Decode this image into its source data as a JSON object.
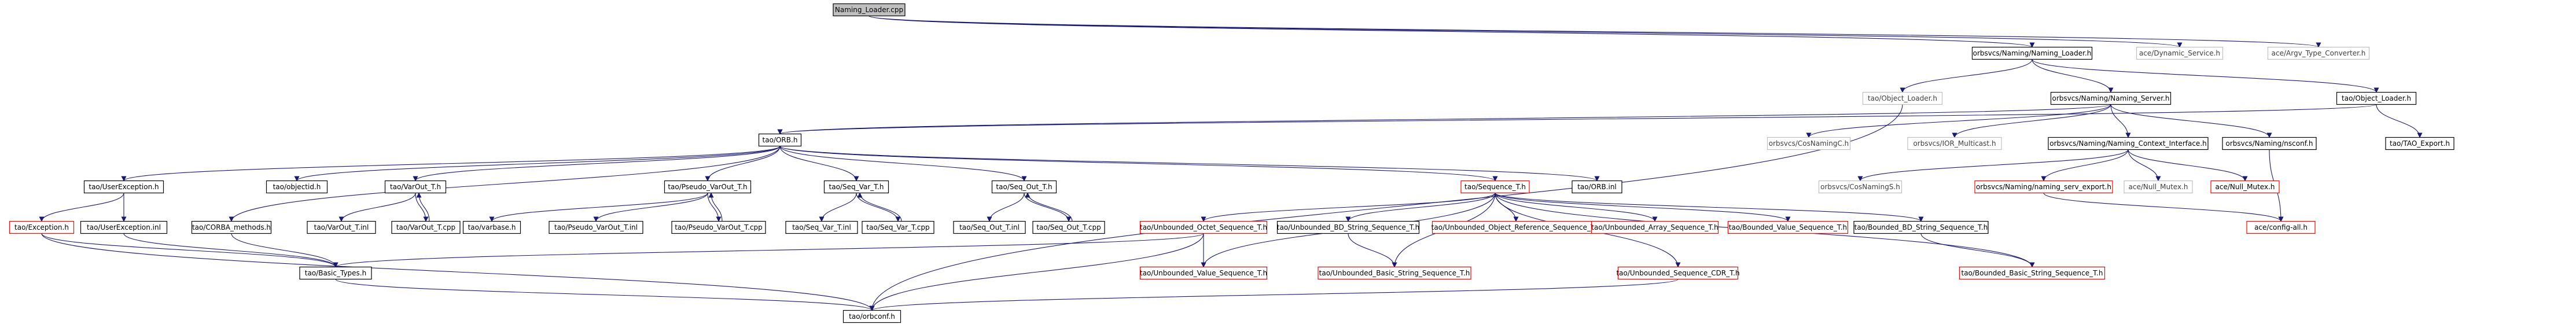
{
  "colors": {
    "edge": "#191970",
    "edge_secondary": "#9a32cd",
    "border_normal": "#000000",
    "border_missing": "#bfbfbf",
    "border_red": "#ff0000",
    "text_normal": "#000000",
    "text_missing": "#404040",
    "root_fill": "#bfbfbf",
    "fill": "#ffffff"
  },
  "nodes": [
    {
      "id": "root",
      "label": "Naming_Loader.cpp",
      "style": "root"
    },
    {
      "id": "nl_h",
      "label": "orbsvcs/Naming/Naming_Loader.h",
      "style": "normal"
    },
    {
      "id": "dyn_svc",
      "label": "ace/Dynamic_Service.h",
      "style": "missing"
    },
    {
      "id": "argv_conv",
      "label": "ace/Argv_Type_Converter.h",
      "style": "missing"
    },
    {
      "id": "tao_ol1",
      "label": "tao/Object_Loader.h",
      "style": "missing"
    },
    {
      "id": "ns_h",
      "label": "orbsvcs/Naming/Naming_Server.h",
      "style": "normal"
    },
    {
      "id": "tao_ol2",
      "label": "tao/Object_Loader.h",
      "style": "normal"
    },
    {
      "id": "orb_h",
      "label": "tao/ORB.h",
      "style": "normal"
    },
    {
      "id": "cosnamingc",
      "label": "orbsvcs/CosNamingC.h",
      "style": "missing"
    },
    {
      "id": "ior_mc",
      "label": "orbsvcs/IOR_Multicast.h",
      "style": "missing"
    },
    {
      "id": "nci",
      "label": "orbsvcs/Naming/Naming_Context_Interface.h",
      "style": "normal"
    },
    {
      "id": "nsconf",
      "label": "orbsvcs/Naming/nsconf.h",
      "style": "normal"
    },
    {
      "id": "tao_export",
      "label": "tao/TAO_Export.h",
      "style": "normal"
    },
    {
      "id": "userexc",
      "label": "tao/UserException.h",
      "style": "normal"
    },
    {
      "id": "objectid",
      "label": "tao/objectid.h",
      "style": "normal"
    },
    {
      "id": "varout",
      "label": "tao/VarOut_T.h",
      "style": "normal"
    },
    {
      "id": "pvarout",
      "label": "tao/Pseudo_VarOut_T.h",
      "style": "normal"
    },
    {
      "id": "seqvar",
      "label": "tao/Seq_Var_T.h",
      "style": "normal"
    },
    {
      "id": "seqout",
      "label": "tao/Seq_Out_T.h",
      "style": "normal"
    },
    {
      "id": "seq_t",
      "label": "tao/Sequence_T.h",
      "style": "red"
    },
    {
      "id": "orb_inl",
      "label": "tao/ORB.inl",
      "style": "normal"
    },
    {
      "id": "cosnamings",
      "label": "orbsvcs/CosNamingS.h",
      "style": "missing"
    },
    {
      "id": "nse",
      "label": "orbsvcs/Naming/naming_serv_export.h",
      "style": "red"
    },
    {
      "id": "null_mutex1",
      "label": "ace/Null_Mutex.h",
      "style": "missing"
    },
    {
      "id": "null_mutex2",
      "label": "ace/Null_Mutex.h",
      "style": "red"
    },
    {
      "id": "exception",
      "label": "tao/Exception.h",
      "style": "red"
    },
    {
      "id": "userexc_inl",
      "label": "tao/UserException.inl",
      "style": "normal"
    },
    {
      "id": "corba_methods",
      "label": "tao/CORBA_methods.h",
      "style": "normal"
    },
    {
      "id": "varout_inl",
      "label": "tao/VarOut_T.inl",
      "style": "normal"
    },
    {
      "id": "varout_cpp",
      "label": "tao/VarOut_T.cpp",
      "style": "normal"
    },
    {
      "id": "varbase",
      "label": "tao/varbase.h",
      "style": "normal"
    },
    {
      "id": "pvarout_inl",
      "label": "tao/Pseudo_VarOut_T.inl",
      "style": "normal"
    },
    {
      "id": "pvarout_cpp",
      "label": "tao/Pseudo_VarOut_T.cpp",
      "style": "normal"
    },
    {
      "id": "seqvar_inl",
      "label": "tao/Seq_Var_T.inl",
      "style": "normal"
    },
    {
      "id": "seqvar_cpp",
      "label": "tao/Seq_Var_T.cpp",
      "style": "normal"
    },
    {
      "id": "seqout_inl",
      "label": "tao/Seq_Out_T.inl",
      "style": "normal"
    },
    {
      "id": "seqout_cpp",
      "label": "tao/Seq_Out_T.cpp",
      "style": "normal"
    },
    {
      "id": "uoctet",
      "label": "tao/Unbounded_Octet_Sequence_T.h",
      "style": "red"
    },
    {
      "id": "ubd_str",
      "label": "tao/Unbounded_BD_String_Sequence_T.h",
      "style": "normal"
    },
    {
      "id": "uobjref",
      "label": "tao/Unbounded_Object_Reference_Sequence_T.h",
      "style": "red"
    },
    {
      "id": "uarray",
      "label": "tao/Unbounded_Array_Sequence_T.h",
      "style": "red"
    },
    {
      "id": "bvalue",
      "label": "tao/Bounded_Value_Sequence_T.h",
      "style": "red"
    },
    {
      "id": "bbd_str",
      "label": "tao/Bounded_BD_String_Sequence_T.h",
      "style": "normal"
    },
    {
      "id": "config_all",
      "label": "ace/config-all.h",
      "style": "red"
    },
    {
      "id": "basic_types",
      "label": "tao/Basic_Types.h",
      "style": "normal"
    },
    {
      "id": "uvalue",
      "label": "tao/Unbounded_Value_Sequence_T.h",
      "style": "red"
    },
    {
      "id": "ubasic_str",
      "label": "tao/Unbounded_Basic_String_Sequence_T.h",
      "style": "red"
    },
    {
      "id": "ucdr",
      "label": "tao/Unbounded_Sequence_CDR_T.h",
      "style": "red"
    },
    {
      "id": "bbasic_str",
      "label": "tao/Bounded_Basic_String_Sequence_T.h",
      "style": "red"
    },
    {
      "id": "orbconf",
      "label": "tao/orbconf.h",
      "style": "normal"
    }
  ],
  "edges": [
    [
      "root",
      "nl_h"
    ],
    [
      "root",
      "dyn_svc"
    ],
    [
      "root",
      "argv_conv"
    ],
    [
      "nl_h",
      "tao_ol1"
    ],
    [
      "nl_h",
      "ns_h"
    ],
    [
      "nl_h",
      "tao_ol2"
    ],
    [
      "ns_h",
      "orb_h"
    ],
    [
      "ns_h",
      "cosnamingc"
    ],
    [
      "ns_h",
      "ior_mc"
    ],
    [
      "ns_h",
      "nci"
    ],
    [
      "ns_h",
      "nsconf"
    ],
    [
      "tao_ol2",
      "orb_h"
    ],
    [
      "tao_ol2",
      "tao_export"
    ],
    [
      "nci",
      "cosnamings"
    ],
    [
      "nci",
      "nse"
    ],
    [
      "nci",
      "null_mutex1"
    ],
    [
      "nci",
      "null_mutex2"
    ],
    [
      "nsconf",
      "config_all"
    ],
    [
      "orb_h",
      "userexc"
    ],
    [
      "orb_h",
      "objectid"
    ],
    [
      "orb_h",
      "varout"
    ],
    [
      "orb_h",
      "pvarout"
    ],
    [
      "orb_h",
      "seqvar"
    ],
    [
      "orb_h",
      "seqout"
    ],
    [
      "orb_h",
      "seq_t"
    ],
    [
      "orb_h",
      "orb_inl"
    ],
    [
      "orb_h",
      "corba_methods"
    ],
    [
      "userexc",
      "exception"
    ],
    [
      "userexc",
      "userexc_inl"
    ],
    [
      "varout",
      "varout_inl"
    ],
    [
      "varout",
      "varout_cpp"
    ],
    [
      "varout_cpp",
      "varout"
    ],
    [
      "pvarout",
      "varbase"
    ],
    [
      "pvarout",
      "pvarout_inl"
    ],
    [
      "pvarout",
      "pvarout_cpp"
    ],
    [
      "pvarout_cpp",
      "pvarout"
    ],
    [
      "seqvar",
      "seqvar_inl"
    ],
    [
      "seqvar",
      "seqvar_cpp"
    ],
    [
      "seqvar_cpp",
      "seqvar"
    ],
    [
      "seqout",
      "seqout_inl"
    ],
    [
      "seqout",
      "seqout_cpp"
    ],
    [
      "seqout_cpp",
      "seqout"
    ],
    [
      "seq_t",
      "uoctet"
    ],
    [
      "seq_t",
      "ubd_str"
    ],
    [
      "seq_t",
      "uobjref"
    ],
    [
      "seq_t",
      "uarray"
    ],
    [
      "seq_t",
      "bvalue"
    ],
    [
      "seq_t",
      "bbd_str"
    ],
    [
      "seq_t",
      "uvalue"
    ],
    [
      "seq_t",
      "ubasic_str"
    ],
    [
      "seq_t",
      "ucdr"
    ],
    [
      "seq_t",
      "bbasic_str"
    ],
    [
      "uoctet",
      "uvalue"
    ],
    [
      "uoctet",
      "basic_types"
    ],
    [
      "uoctet",
      "orbconf"
    ],
    [
      "ubd_str",
      "ubasic_str"
    ],
    [
      "bbd_str",
      "bbasic_str"
    ],
    [
      "corba_methods",
      "basic_types"
    ],
    [
      "exception",
      "basic_types"
    ],
    [
      "exception",
      "orbconf"
    ],
    [
      "userexc_inl",
      "basic_types"
    ],
    [
      "basic_types",
      "orbconf"
    ],
    [
      "ucdr",
      "orbconf"
    ],
    [
      "nse",
      "config_all"
    ],
    [
      "tao_ol1",
      "orbconf"
    ]
  ]
}
